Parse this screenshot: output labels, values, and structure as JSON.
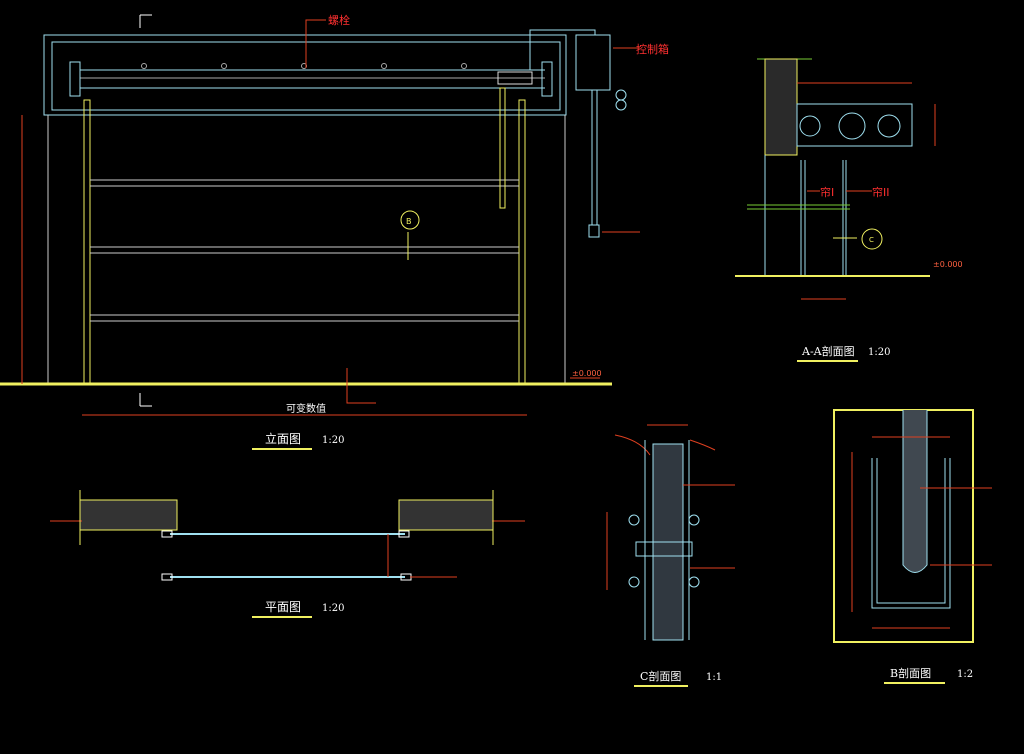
{
  "elevation": {
    "bolt_label": "螺栓",
    "control_box_label": "控制箱",
    "variable_label": "可变数值",
    "level": "±0.000",
    "title": "立面图",
    "scale": "1:20",
    "marker_b": "B"
  },
  "section_aa": {
    "curtain1": "帘I",
    "curtain2": "帘II",
    "level": "±0.000",
    "title": "A-A剖面图",
    "scale": "1:20",
    "marker_c": "C"
  },
  "plan": {
    "title": "平面图",
    "scale": "1:20"
  },
  "section_c": {
    "title": "C剖面图",
    "scale": "1:1"
  },
  "section_b": {
    "title": "B剖面图",
    "scale": "1:2"
  },
  "colors": {
    "cyan": "#9fe0f0",
    "yellow": "#f0f060",
    "red": "#e04020",
    "text": "#ffffff"
  }
}
